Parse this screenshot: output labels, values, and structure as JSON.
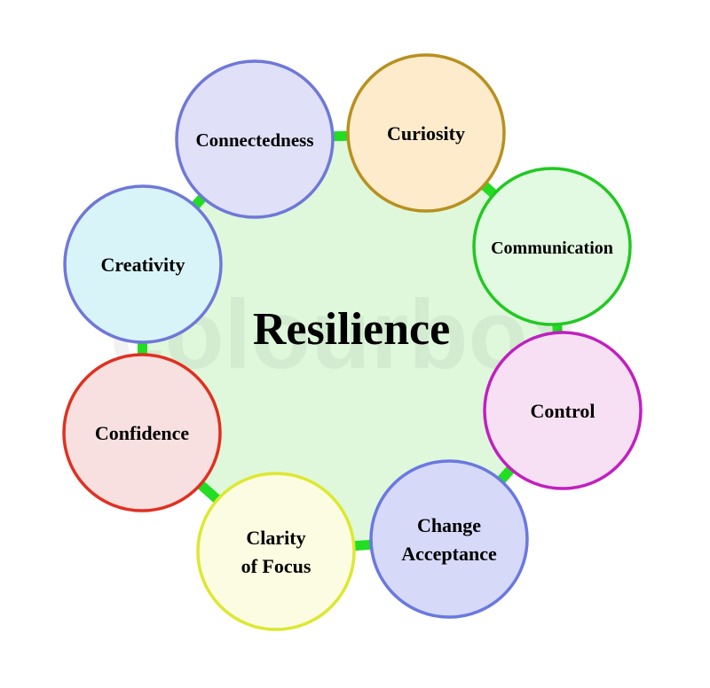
{
  "title": "Resilience",
  "watermark": "colourbox",
  "nodes": [
    {
      "lines": [
        "Connectedness"
      ],
      "fill": "#e0e0f8",
      "stroke": "#6f78d8"
    },
    {
      "lines": [
        "Curiosity"
      ],
      "fill": "#fdebcc",
      "stroke": "#b8901e"
    },
    {
      "lines": [
        "Communication"
      ],
      "fill": "#e2f9e2",
      "stroke": "#22c822"
    },
    {
      "lines": [
        "Control"
      ],
      "fill": "#f8e0f4",
      "stroke": "#c020c0"
    },
    {
      "lines": [
        "Change",
        "Acceptance"
      ],
      "fill": "#d6d9f8",
      "stroke": "#6a78e0"
    },
    {
      "lines": [
        "Clarity",
        "of Focus"
      ],
      "fill": "#fcfce2",
      "stroke": "#dde830"
    },
    {
      "lines": [
        "Confidence"
      ],
      "fill": "#f8e0e0",
      "stroke": "#e03020"
    },
    {
      "lines": [
        "Creativity"
      ],
      "fill": "#d8f4f8",
      "stroke": "#6f78d8"
    }
  ],
  "colors": {
    "hub_fill": "#dff8dc",
    "connector": "#22dd22"
  }
}
